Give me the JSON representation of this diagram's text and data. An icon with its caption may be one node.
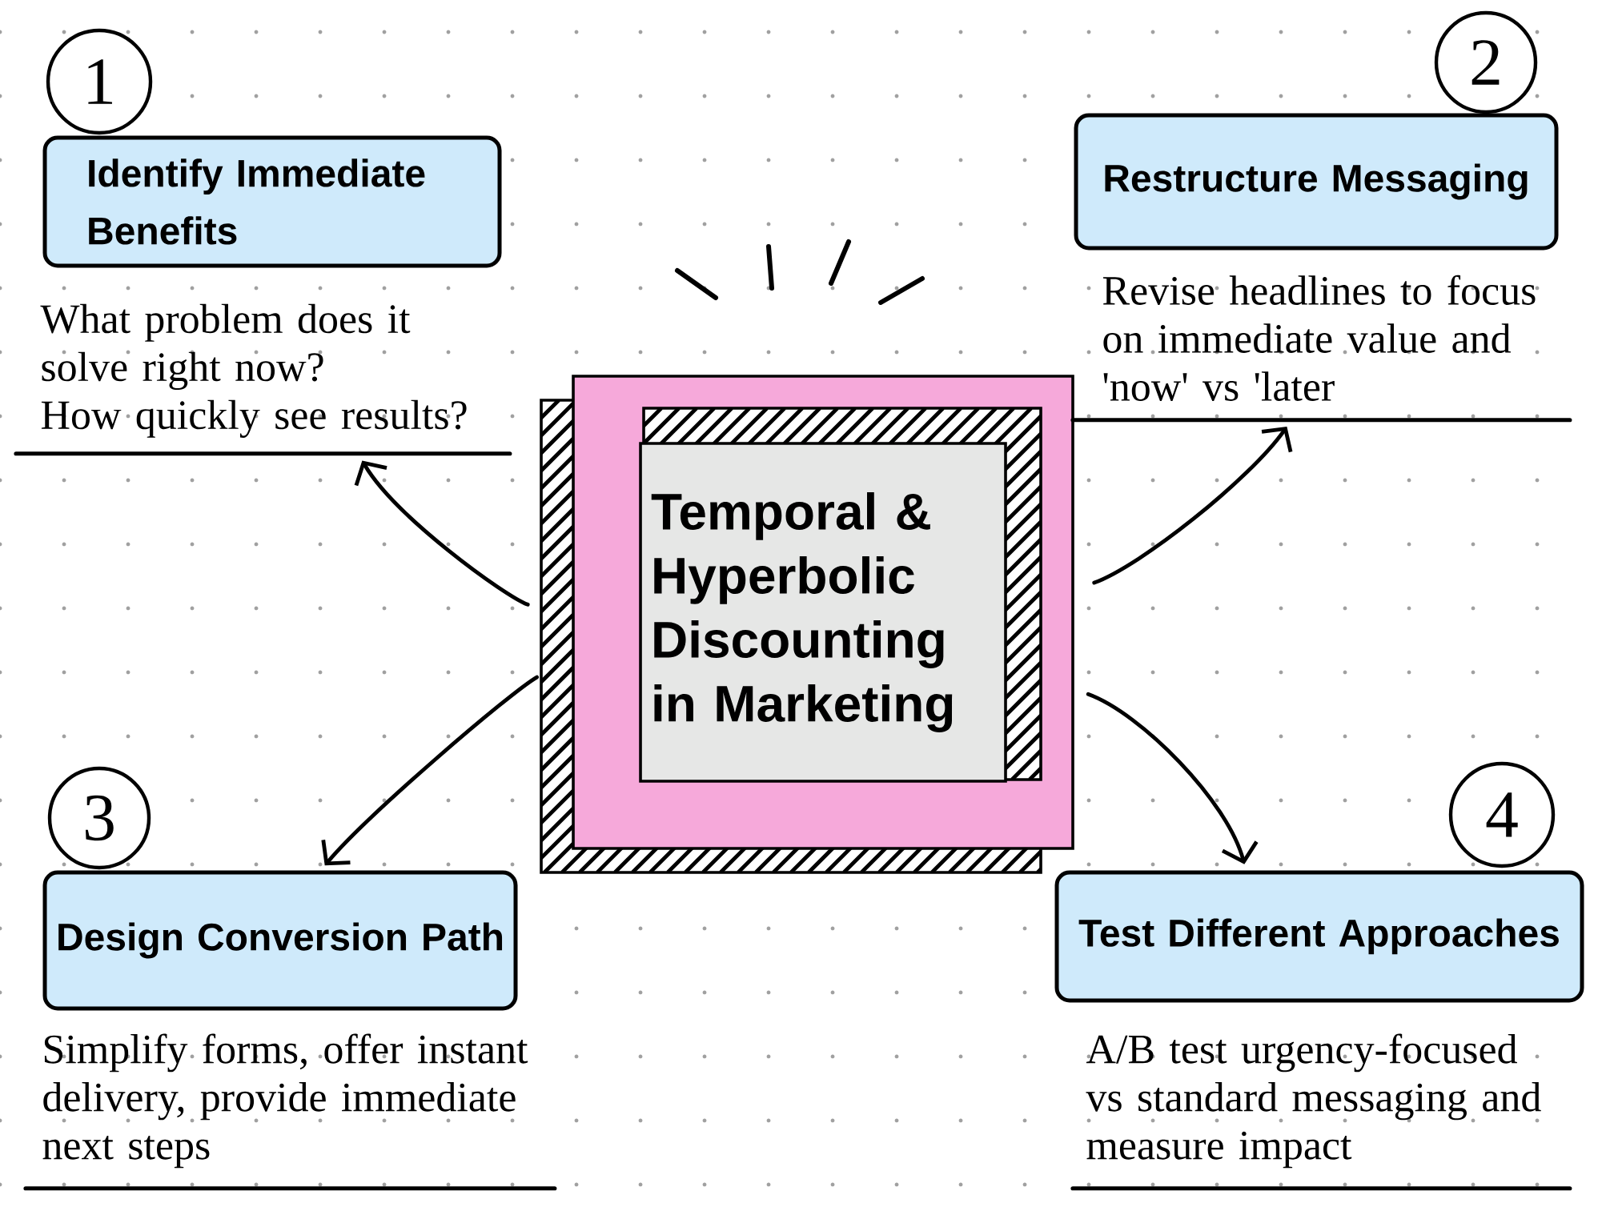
{
  "diagram": {
    "nodes": [
      {
        "text": [
          "Temporal & Hyperbolic Discounting in Marketing"
        ]
      },
      {
        "text": [
          "1"
        ]
      },
      {
        "text": [
          "Identify Immediate Benefits"
        ]
      },
      {
        "text": [
          "What problem does it solve right now?",
          "How quickly see results?"
        ]
      },
      {
        "text": [
          "2"
        ]
      },
      {
        "text": [
          "Restructure Messaging"
        ]
      },
      {
        "text": [
          "Revise headlines to focus on immediate value and 'now' vs 'later"
        ]
      },
      {
        "text": [
          "3"
        ]
      },
      {
        "text": [
          "Design Conversion Path"
        ]
      },
      {
        "text": [
          "Simplify forms, offer instant delivery, provide immediate next steps"
        ]
      },
      {
        "text": [
          "4"
        ]
      },
      {
        "text": [
          "Test Different Approaches"
        ]
      },
      {
        "text": [
          "A/B test urgency-focused vs standard messaging and measure impact"
        ]
      }
    ],
    "edges": [
      {
        "from": 0,
        "to": 3,
        "arrow": "to"
      },
      {
        "from": 0,
        "to": 6,
        "arrow": "to"
      },
      {
        "from": 0,
        "to": 8,
        "arrow": "to"
      },
      {
        "from": 0,
        "to": 11,
        "arrow": "to"
      }
    ]
  }
}
